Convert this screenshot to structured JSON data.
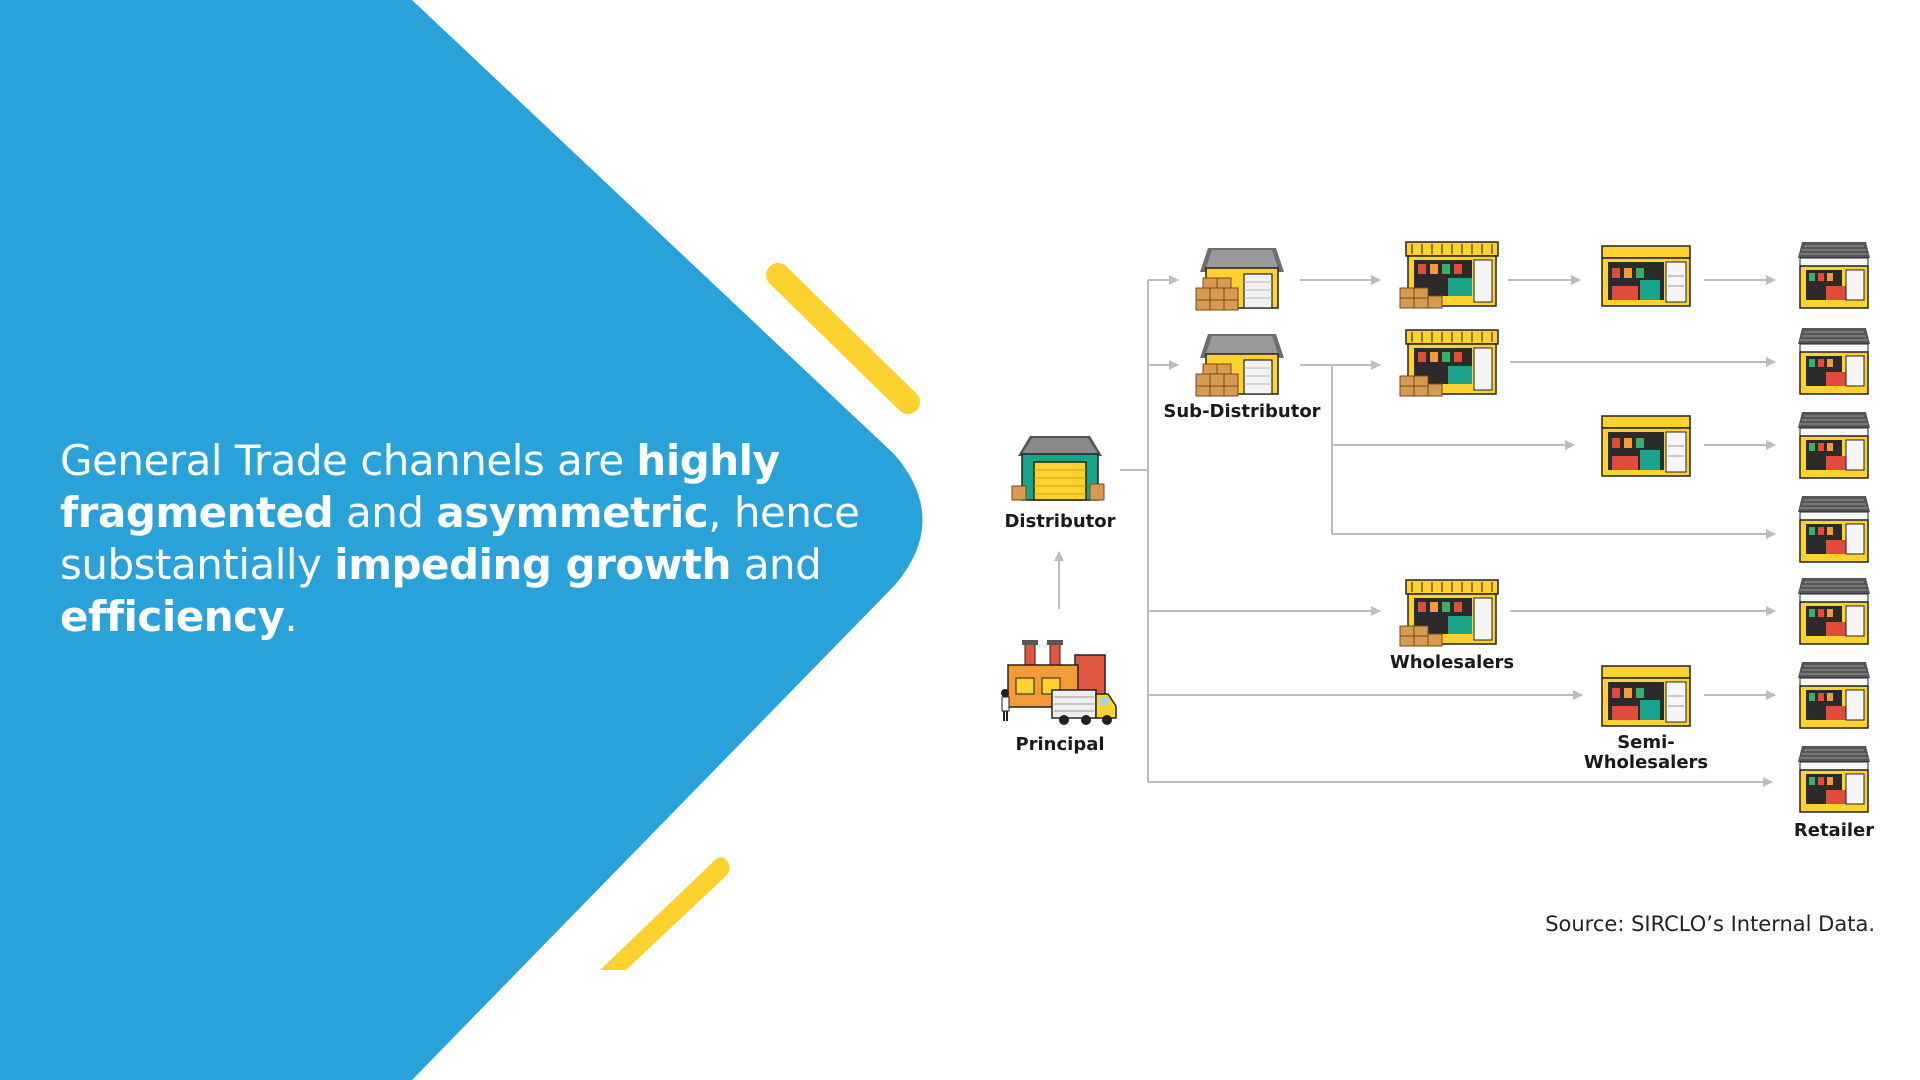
{
  "headline": {
    "t1": "General Trade channels are ",
    "b1": "highly fragmented",
    "t2": " and ",
    "b2": "asymmetric",
    "t3": ", hence substantially ",
    "b3": "impeding growth",
    "t4": " and ",
    "b4": "efficiency",
    "t5": "."
  },
  "labels": {
    "principal": "Principal",
    "distributor": "Distributor",
    "sub_distributor": "Sub-Distributor",
    "wholesalers": "Wholesalers",
    "semi_line1": "Semi-",
    "semi_line2": "Wholesalers",
    "retailer": "Retailer"
  },
  "source": "Source: SIRCLO’s Internal Data.",
  "colors": {
    "blue": "#28a2d8",
    "yellow": "#fdd12e",
    "arrow": "#bdbdbd"
  },
  "icons": {
    "principal": "factory-truck-icon",
    "distributor": "warehouse-teal-icon",
    "sub_distributor": "warehouse-yellow-icon",
    "wholesaler": "wholesale-store-icon",
    "semi_wholesaler": "semi-wholesale-store-icon",
    "retailer": "retail-shop-icon"
  }
}
